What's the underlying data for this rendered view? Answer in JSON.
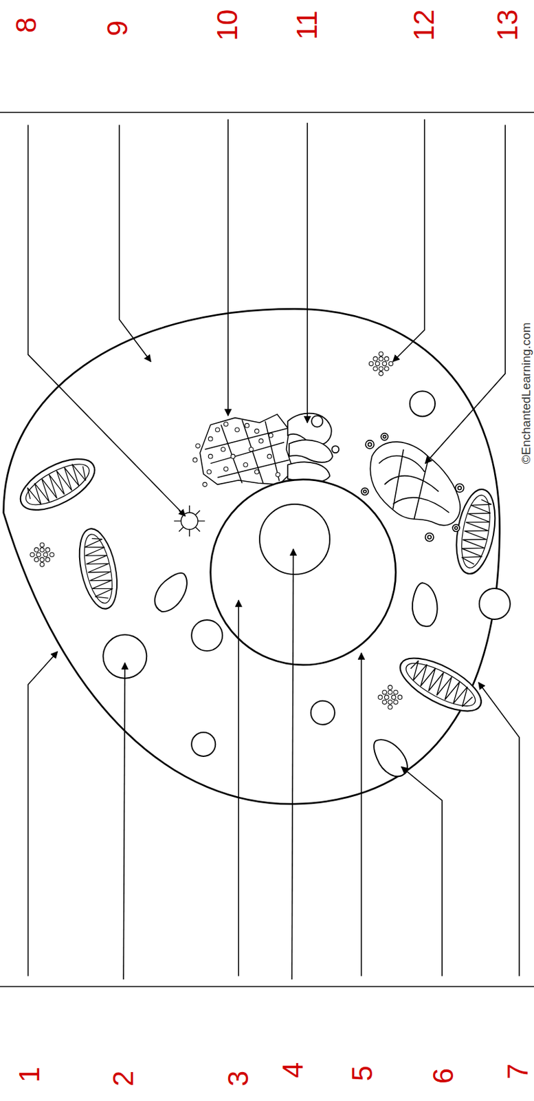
{
  "diagram": {
    "labels": [
      "1",
      "2",
      "3",
      "4",
      "5",
      "6",
      "7",
      "8",
      "9",
      "10",
      "11",
      "12",
      "13",
      "©EnchantedLearning.com"
    ]
  }
}
